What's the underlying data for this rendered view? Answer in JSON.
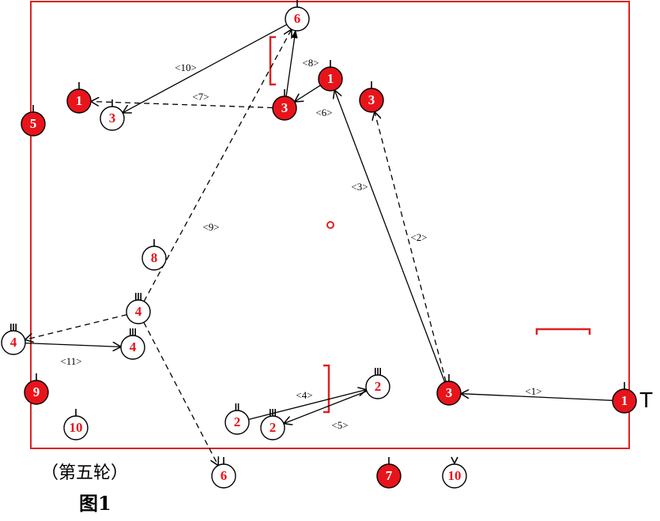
{
  "caption": {
    "round": "（第五轮）",
    "figure": "图1"
  },
  "colors": {
    "red": "#e8141b",
    "frame": "#e02020",
    "black": "#000000",
    "white": "#ffffff"
  },
  "nodes": [
    {
      "id": "n6-top",
      "num": "6",
      "style": "open"
    },
    {
      "id": "n1-left",
      "num": "1",
      "style": "filled"
    },
    {
      "id": "n3-left",
      "num": "3",
      "style": "open"
    },
    {
      "id": "n5",
      "num": "5",
      "style": "filled"
    },
    {
      "id": "n3-center",
      "num": "3",
      "style": "filled"
    },
    {
      "id": "n1-center",
      "num": "1",
      "style": "filled"
    },
    {
      "id": "n3-right",
      "num": "3",
      "style": "filled"
    },
    {
      "id": "n8",
      "num": "8",
      "style": "open"
    },
    {
      "id": "n4-mid",
      "num": "4",
      "style": "open"
    },
    {
      "id": "n4-left",
      "num": "4",
      "style": "open"
    },
    {
      "id": "n4-low",
      "num": "4",
      "style": "open"
    },
    {
      "id": "n9",
      "num": "9",
      "style": "filled"
    },
    {
      "id": "n10-left",
      "num": "10",
      "style": "open"
    },
    {
      "id": "n2-a",
      "num": "2",
      "style": "open"
    },
    {
      "id": "n2-b",
      "num": "2",
      "style": "open"
    },
    {
      "id": "n2-c",
      "num": "2",
      "style": "open"
    },
    {
      "id": "n3-bottom",
      "num": "3",
      "style": "filled"
    },
    {
      "id": "n1-bottom",
      "num": "1",
      "style": "filled"
    },
    {
      "id": "n6-bottom",
      "num": "6",
      "style": "open"
    },
    {
      "id": "n7",
      "num": "7",
      "style": "filled"
    },
    {
      "id": "n10-bottom",
      "num": "10",
      "style": "open"
    }
  ],
  "edges": [
    {
      "label": "<1>",
      "from": "n1-bottom",
      "to": "n3-bottom",
      "dashed": false
    },
    {
      "label": "<2>",
      "from": "n3-bottom",
      "to": "n3-right",
      "dashed": true
    },
    {
      "label": "<3>",
      "from": "n3-bottom",
      "to": "n1-center",
      "dashed": false
    },
    {
      "label": "<4>",
      "from": "n2-a",
      "to": "n2-c",
      "dashed": false
    },
    {
      "label": "<5>",
      "from": "n2-c",
      "to": "n2-b",
      "dashed": false
    },
    {
      "label": "<6>",
      "from": "n1-center",
      "to": "n3-center",
      "dashed": false
    },
    {
      "label": "<7>",
      "from": "n3-center",
      "to": "n1-left",
      "dashed": true
    },
    {
      "label": "<8>",
      "from": "n3-center",
      "to": "n6-top",
      "dashed": false
    },
    {
      "label": "<9>",
      "from": "n4-mid",
      "to": "n6-top",
      "dashed": true
    },
    {
      "label": "<10>",
      "from": "n6-top",
      "to": "n3-left",
      "dashed": false
    },
    {
      "label": "<11>",
      "from": "n4-left",
      "to": "n4-low",
      "dashed": false
    },
    {
      "label": "",
      "from": "n4-mid",
      "to": "n4-left",
      "dashed": true
    },
    {
      "label": "",
      "from": "n4-mid",
      "to": "n6-bottom",
      "dashed": true
    }
  ],
  "extra_text": {
    "t_mark": "T"
  }
}
